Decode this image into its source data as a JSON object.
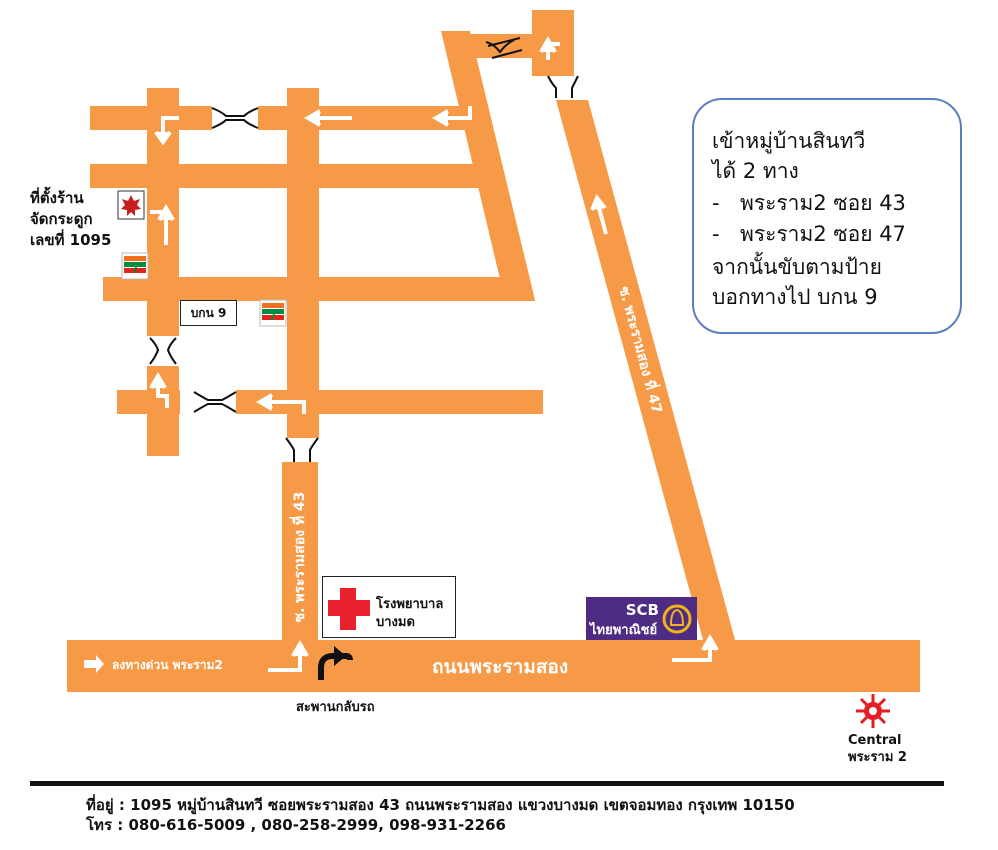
{
  "info": {
    "title": "เข้าหมู่บ้านสินทวี",
    "subtitle": "ได้ 2 ทาง",
    "routes": [
      "พระราม2 ซอย 43",
      "พระราม2 ซอย 47"
    ],
    "instruction_1": "จากนั้นขับตามป้าย",
    "instruction_2": "บอกทางไป บกน 9"
  },
  "labels": {
    "shop_line1": "ที่ตั้งร้าน",
    "shop_line2": "จัดกระดูก",
    "shop_line3": "เลขที่ 1095",
    "bkn9": "บกน 9",
    "soi43": "ซ. พระรามสอง ที่ 43",
    "soi47": "ซ. พระรามสอง ที่ 47",
    "expressway": "ลงทางด่วน พระราม2",
    "main_road": "ถนนพระรามสอง",
    "hospital_line1": "โรงพยาบาล",
    "hospital_line2": "บางมด",
    "uturn_bridge": "สะพานกลับรถ",
    "central_line1": "Central",
    "central_line2": "พระราม 2",
    "scb_name": "SCB",
    "scb_thai": "ไทยพาณิชย์",
    "seven_eleven": "7-ELEVEN"
  },
  "footer": {
    "address": "ที่อยู่ : 1095 หมู่บ้านสินทวี ซอยพระรามสอง 43 ถนนพระรามสอง แขวงบางมด เขตจอมทอง กรุงเทพ 10150",
    "phone": "โทร : 080-616-5009 , 080-258-2999, 098-931-2266"
  },
  "colors": {
    "road": "#f79a48",
    "arrow": "#ffffff",
    "hospital_cross": "#e8212d",
    "scb_purple": "#4f2c83",
    "scb_gold": "#f1b417",
    "central_red": "#e31e24",
    "info_border": "#5b7ec0"
  },
  "icons": [
    "shop-marker-icon",
    "seven-eleven-icon",
    "hospital-cross-icon",
    "scb-logo-icon",
    "central-logo-icon",
    "u-turn-icon",
    "bridge-icon",
    "direction-arrow-icon"
  ]
}
